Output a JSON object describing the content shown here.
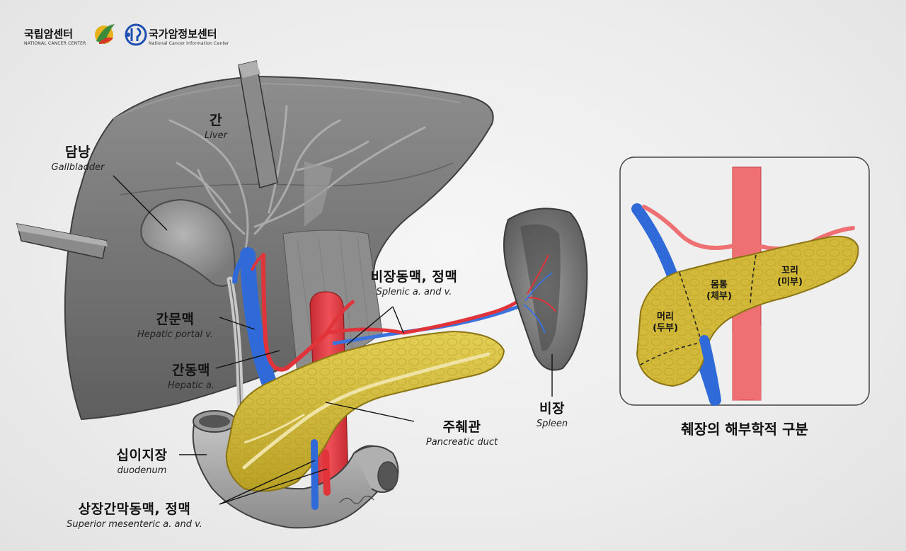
{
  "logos": {
    "nci": {
      "title": "국립암센터",
      "subtitle": "NATIONAL CANCER CENTER"
    },
    "ncic": {
      "title": "국가암정보센터",
      "subtitle": "National Cancer Information Center"
    }
  },
  "labels": {
    "liver": {
      "ko": "간",
      "en": "Liver"
    },
    "gallbladder": {
      "ko": "담낭",
      "en": "Gallbladder"
    },
    "splenic": {
      "ko": "비장동맥, 정맥",
      "en": "Splenic a. and v."
    },
    "hepatic_portal": {
      "ko": "간문맥",
      "en": "Hepatic portal v."
    },
    "hepatic_artery": {
      "ko": "간동맥",
      "en": "Hepatic a."
    },
    "spleen": {
      "ko": "비장",
      "en": "Spleen"
    },
    "pancreatic_duct": {
      "ko": "주췌관",
      "en": "Pancreatic duct"
    },
    "duodenum": {
      "ko": "십이지장",
      "en": "duodenum"
    },
    "sma": {
      "ko": "상장간막동맥, 정맥",
      "en": "Superior mesenteric a. and v."
    }
  },
  "inset": {
    "head": {
      "line1": "머리",
      "line2": "(두부)"
    },
    "body": {
      "line1": "몸통",
      "line2": "(체부)"
    },
    "tail": {
      "line1": "꼬리",
      "line2": "(미부)"
    },
    "caption": "췌장의 해부학적 구분"
  },
  "colors": {
    "liver": "#7b7b7b",
    "pancreas": "#d8c13a",
    "artery": "#e0343a",
    "vein": "#2d66d6",
    "duodenum": "#a9a9a9",
    "spleen": "#6f6f6f"
  }
}
